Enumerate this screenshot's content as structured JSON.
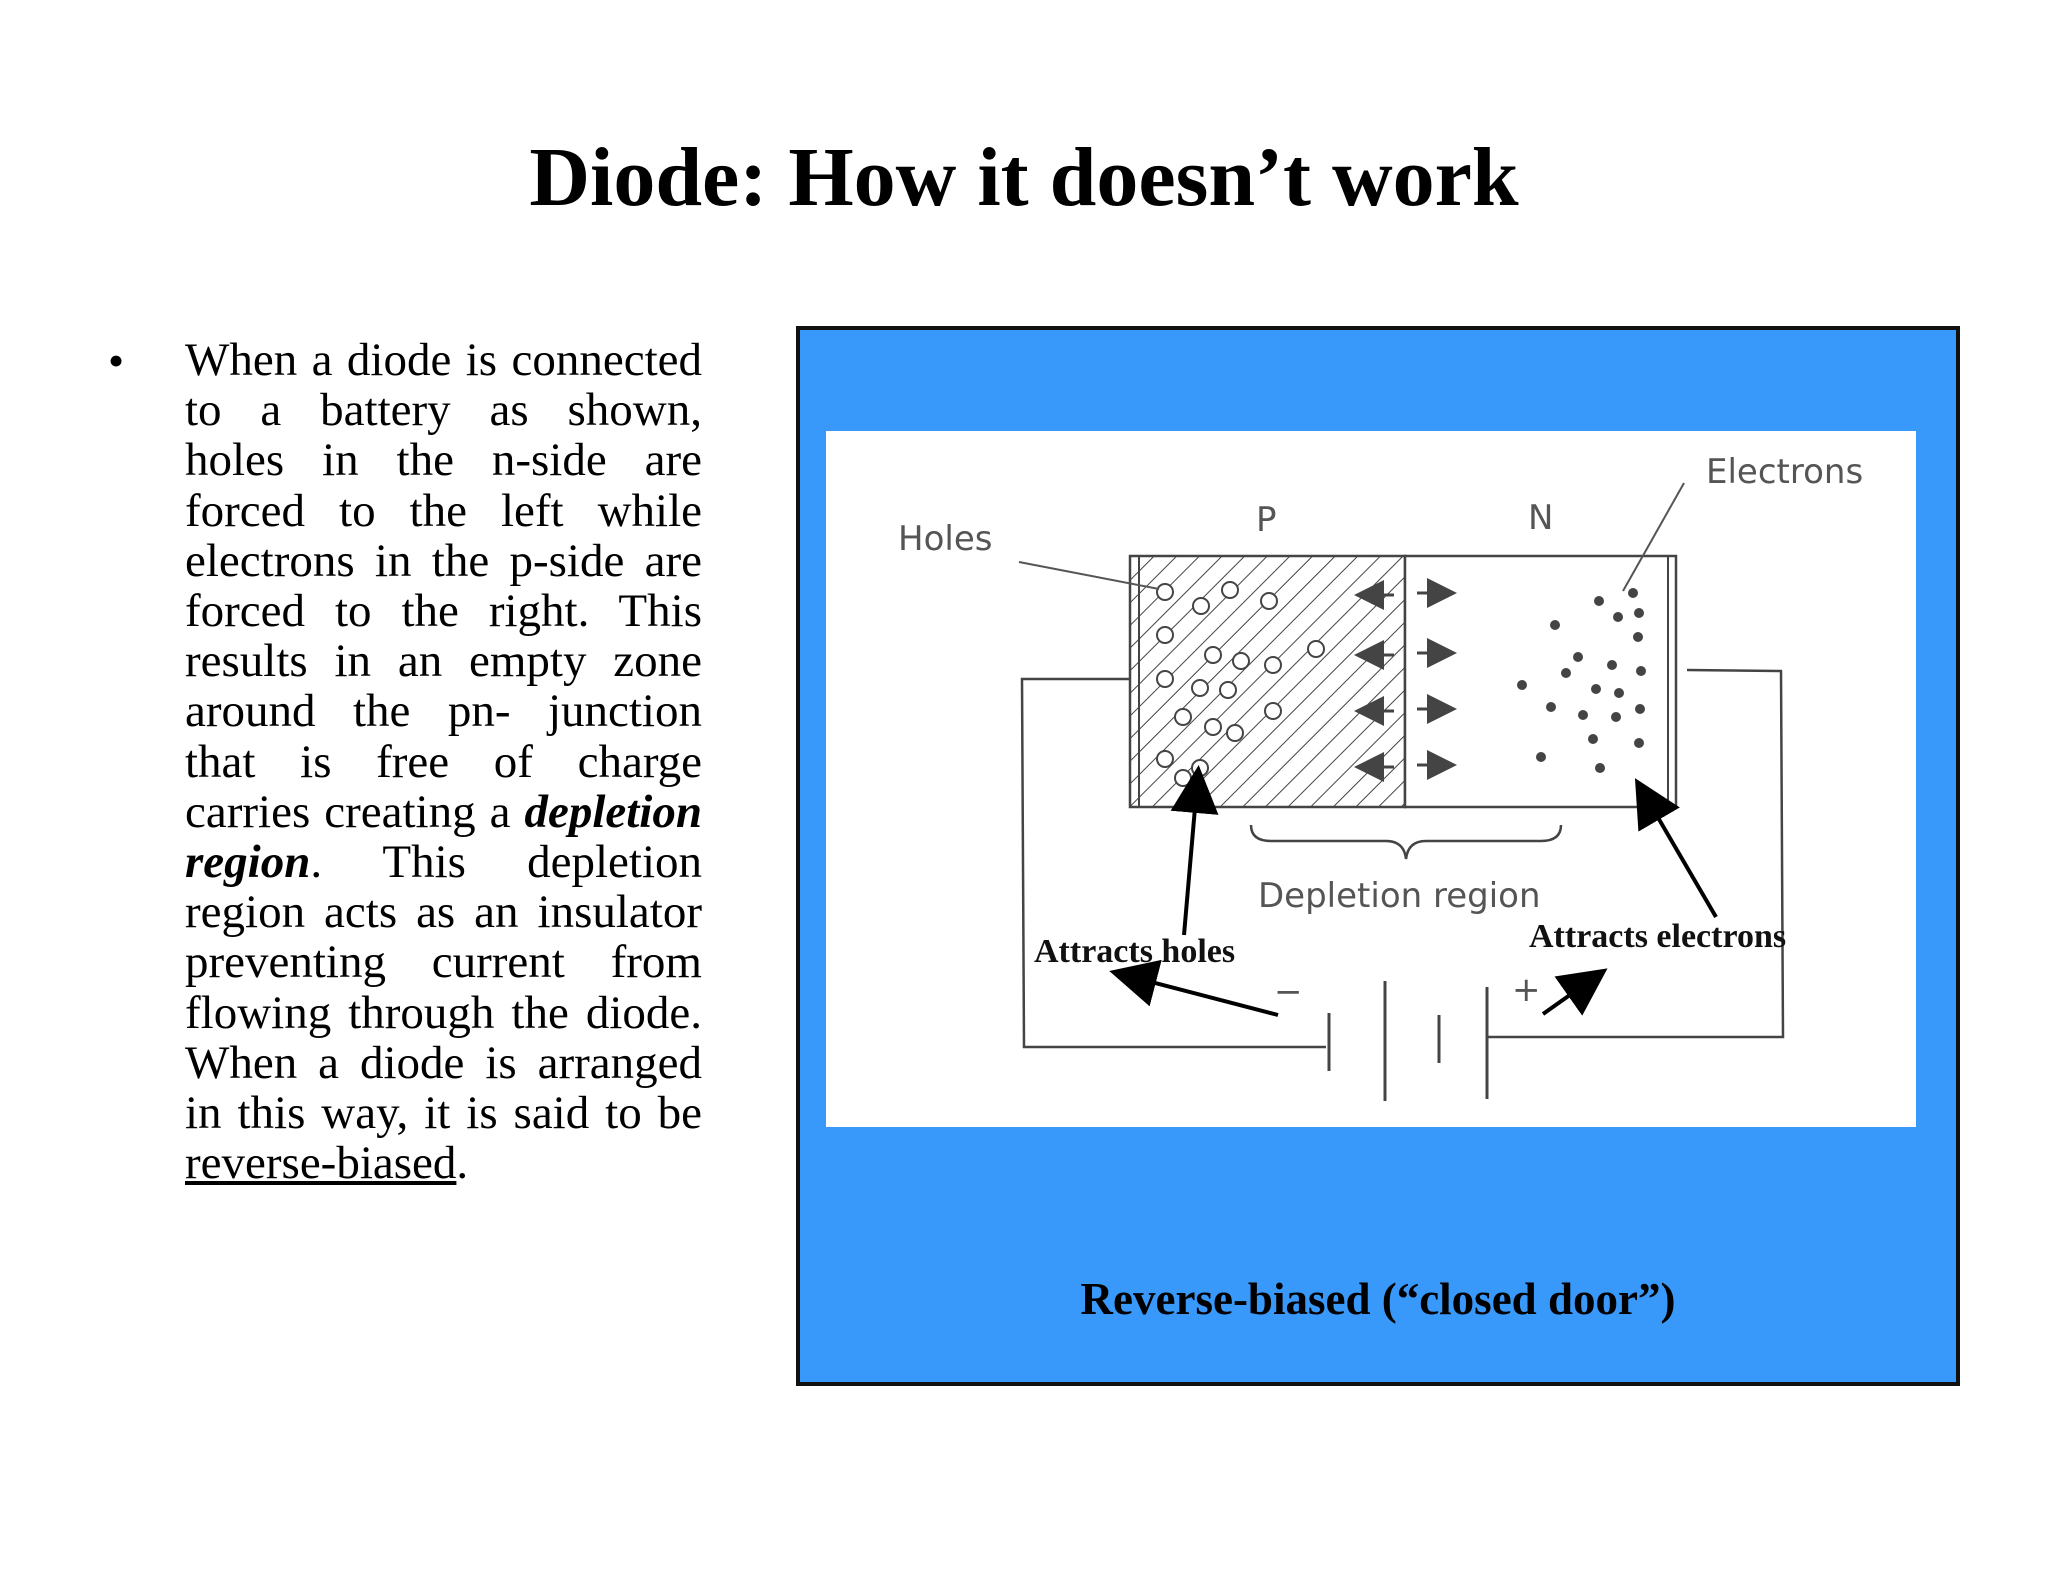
{
  "slide": {
    "title": "Diode: How it doesn’t work",
    "bullet_symbol": "•",
    "body": {
      "part1": "When a diode is connected to a battery as shown, holes in the n-side are forced to the left while electrons in the p-side are forced to the right. This results in an empty zone around the pn- junction that is free of charge carries creating a ",
      "emphasis": "depletion region",
      "part2": ". This depletion region acts as an insulator preventing current from flowing through the diode. When a diode is arranged in this way, it is said to be ",
      "underlined": "reverse-biased",
      "part3": "."
    }
  },
  "figure": {
    "panel_color": "#3999fb",
    "labels": {
      "holes": "Holes",
      "p": "P",
      "n": "N",
      "electrons": "Electrons",
      "depletion_region": "Depletion region",
      "attracts_holes": "Attracts holes",
      "attracts_electrons": "Attracts electrons",
      "minus": "−",
      "plus": "+"
    },
    "caption": "Reverse-biased (“closed door”)"
  }
}
